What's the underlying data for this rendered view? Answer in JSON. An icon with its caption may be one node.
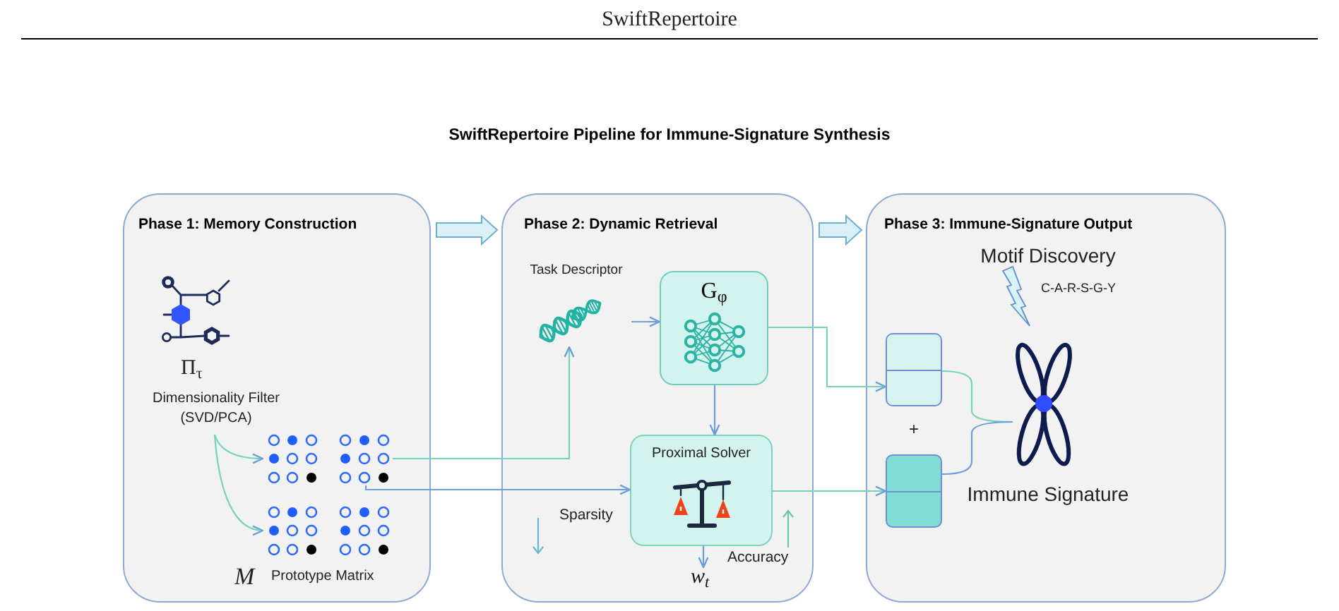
{
  "diagram": {
    "title": "SwiftRepertoire Pipeline for Immune-Signature Synthesis",
    "nodes": [
      {
        "text": [
          "Phase 1: Memory Construction"
        ]
      },
      {
        "text": [
          "Π$_{τ}$",
          "Dimensionality Filter (SVD/PCA)"
        ],
        "in": 0
      },
      {
        "text": [],
        "shape": "picture",
        "in": 0
      },
      {
        "text": [],
        "shape": "picture",
        "in": 0,
        "beside": [
          "M",
          "Prototype Matrix"
        ]
      },
      {
        "text": [
          "Phase 2: Dynamic Retrieval"
        ]
      },
      {
        "text": [
          "Task Descriptor"
        ],
        "in": 4
      },
      {
        "text": [
          "G$_{φ}$"
        ],
        "in": 4
      },
      {
        "text": [
          "Proximal Solver"
        ],
        "in": 4
      },
      {
        "text": [
          "w$_{t}$"
        ],
        "in": 4
      },
      {
        "text": [
          "Phase 3: Immune-Signature Output"
        ]
      },
      {
        "text": [],
        "shape": "box",
        "in": 9
      },
      {
        "text": [],
        "shape": "box",
        "in": 9
      },
      {
        "text": [],
        "shape": "picture",
        "in": 9,
        "beside": [
          "Immune Signature"
        ]
      }
    ],
    "edges": [
      {
        "from": 0,
        "to": 4,
        "arrow": "to",
        "style": "thick"
      },
      {
        "from": 4,
        "to": 9,
        "arrow": "to",
        "style": "thick"
      },
      {
        "from": 1,
        "to": 2,
        "arrow": "to",
        "color": "#74d3ba"
      },
      {
        "from": 1,
        "to": 3,
        "arrow": "to",
        "color": "#74d3ba"
      },
      {
        "from": 2,
        "to": 5,
        "arrow": "to",
        "color": "#74d3ba"
      },
      {
        "from": 2,
        "to": 7,
        "arrow": "to"
      },
      {
        "from": 5,
        "to": 6,
        "arrow": "to"
      },
      {
        "from": 6,
        "to": 7,
        "arrow": "to"
      },
      {
        "from": 7,
        "to": 8,
        "arrow": "to"
      },
      {
        "from": 6,
        "to": 10,
        "arrow": "to",
        "color": "#74d3ba"
      },
      {
        "from": 7,
        "to": 11,
        "arrow": "to",
        "color": "#74d3ba"
      },
      {
        "from": 10,
        "to": 12,
        "arrow": "none",
        "color": "#74d3ba"
      },
      {
        "from": 11,
        "to": 12,
        "arrow": "none"
      }
    ],
    "labels": [
      "SwiftRepertoire",
      "Sparsity",
      "Accuracy",
      "Motif Discovery",
      "C-A-R-S-G-Y",
      "+"
    ]
  }
}
